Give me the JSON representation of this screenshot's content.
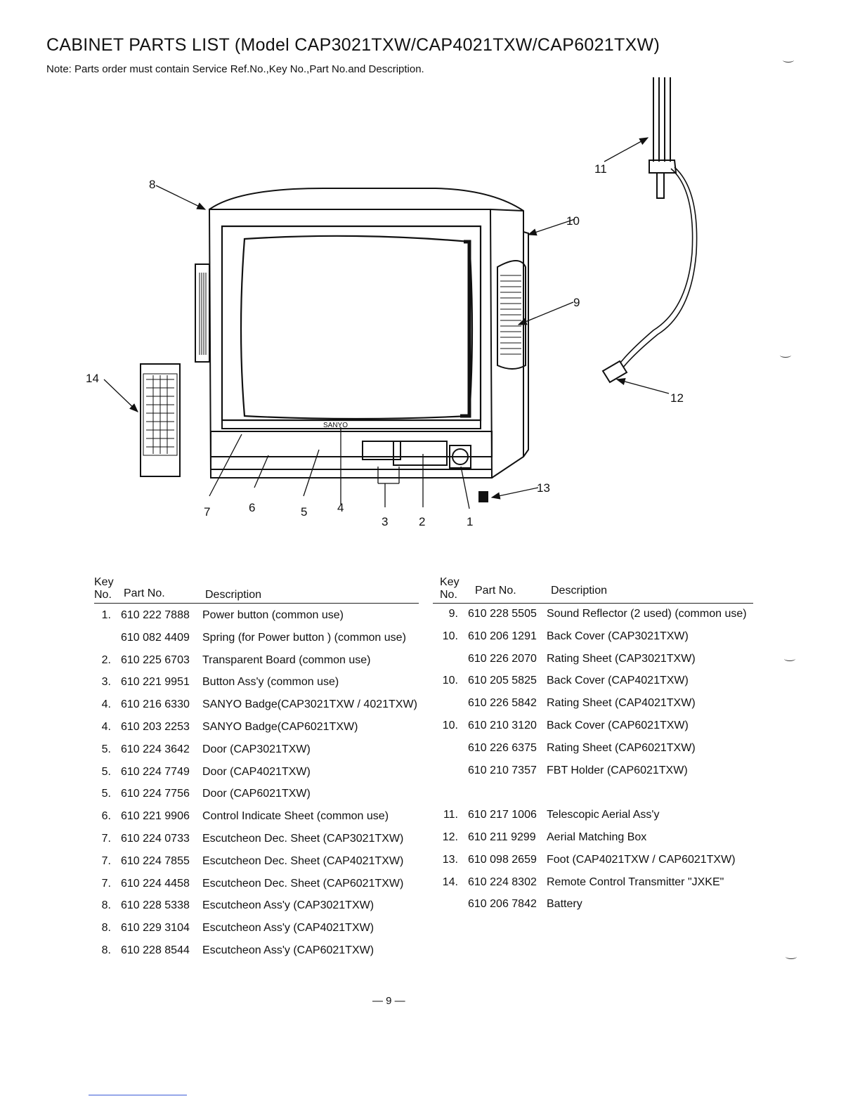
{
  "document": {
    "title": "CABINET PARTS LIST  (Model CAP3021TXW/CAP4021TXW/CAP6021TXW)",
    "note": "Note: Parts order must contain Service Ref.No.,Key No.,Part No.and Description.",
    "page_number": "— 9 —"
  },
  "diagram": {
    "brand": "SANYO",
    "callouts": [
      "1",
      "2",
      "3",
      "4",
      "5",
      "6",
      "7",
      "8",
      "9",
      "10",
      "11",
      "12",
      "13",
      "14"
    ]
  },
  "table_headers": {
    "key_top": "Key",
    "key_bottom": "No.",
    "part_no": "Part No.",
    "description": "Description"
  },
  "left_rows": [
    {
      "key": "1.",
      "part": "610 222 7888",
      "desc": "Power button (common use)"
    },
    {
      "key": "",
      "part": "610 082 4409",
      "desc": "Spring (for Power button ) (common use)"
    },
    {
      "key": "2.",
      "part": "610 225 6703",
      "desc": "Transparent Board (common use)"
    },
    {
      "key": "3.",
      "part": "610 221 9951",
      "desc": "Button Ass'y (common use)"
    },
    {
      "key": "4.",
      "part": "610 216 6330",
      "desc": "SANYO Badge(CAP3021TXW / 4021TXW)"
    },
    {
      "key": "4.",
      "part": "610 203 2253",
      "desc": "SANYO Badge(CAP6021TXW)"
    },
    {
      "key": "5.",
      "part": "610 224 3642",
      "desc": "Door (CAP3021TXW)"
    },
    {
      "key": "5.",
      "part": "610 224 7749",
      "desc": "Door (CAP4021TXW)"
    },
    {
      "key": "5.",
      "part": "610 224 7756",
      "desc": "Door (CAP6021TXW)"
    },
    {
      "key": "6.",
      "part": "610 221 9906",
      "desc": "Control Indicate Sheet (common use)"
    },
    {
      "key": "7.",
      "part": "610 224 0733",
      "desc": "Escutcheon Dec. Sheet (CAP3021TXW)"
    },
    {
      "key": "7.",
      "part": "610 224 7855",
      "desc": "Escutcheon Dec. Sheet (CAP4021TXW)"
    },
    {
      "key": "7.",
      "part": "610 224 4458",
      "desc": "Escutcheon Dec. Sheet (CAP6021TXW)"
    },
    {
      "key": "8.",
      "part": "610 228 5338",
      "desc": "Escutcheon Ass'y (CAP3021TXW)"
    },
    {
      "key": "8.",
      "part": "610 229 3104",
      "desc": "Escutcheon Ass'y (CAP4021TXW)"
    },
    {
      "key": "8.",
      "part": "610 228 8544",
      "desc": "Escutcheon Ass'y (CAP6021TXW)"
    }
  ],
  "right_rows": [
    {
      "key": "9.",
      "part": "610 228 5505",
      "desc": "Sound Reflector (2 used) (common use)"
    },
    {
      "key": "10.",
      "part": "610 206 1291",
      "desc": "Back Cover (CAP3021TXW)"
    },
    {
      "key": "",
      "part": "610 226 2070",
      "desc": "Rating Sheet  (CAP3021TXW)"
    },
    {
      "key": "10.",
      "part": "610 205 5825",
      "desc": "Back Cover (CAP4021TXW)"
    },
    {
      "key": "",
      "part": "610 226 5842",
      "desc": "Rating Sheet (CAP4021TXW)"
    },
    {
      "key": "10.",
      "part": "610 210 3120",
      "desc": "Back Cover (CAP6021TXW)"
    },
    {
      "key": "",
      "part": "610 226 6375",
      "desc": "Rating Sheet (CAP6021TXW)"
    },
    {
      "key": "",
      "part": "610 210 7357",
      "desc": "FBT Holder (CAP6021TXW)"
    },
    {
      "key": "",
      "part": "",
      "desc": ""
    },
    {
      "key": "11.",
      "part": "610 217 1006",
      "desc": "Telescopic Aerial Ass'y"
    },
    {
      "key": "12.",
      "part": "610 211 9299",
      "desc": "Aerial Matching Box"
    },
    {
      "key": "13.",
      "part": "610 098 2659",
      "desc": "Foot (CAP4021TXW / CAP6021TXW)"
    },
    {
      "key": "14.",
      "part": "610 224 8302",
      "desc": "Remote Control Transmitter \"JXKE\""
    },
    {
      "key": "",
      "part": "610 206 7842",
      "desc": "Battery"
    }
  ]
}
